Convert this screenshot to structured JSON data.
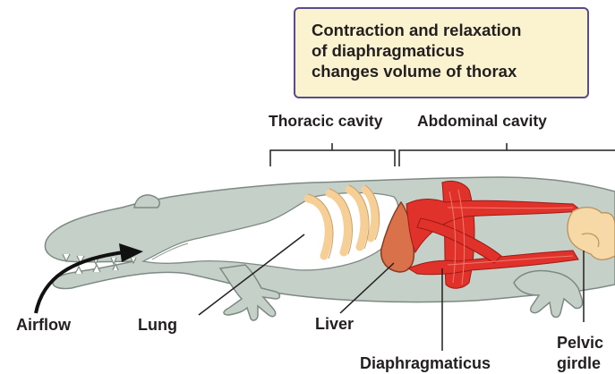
{
  "callout": {
    "lines": [
      "Contraction and relaxation",
      "of diaphragmaticus",
      "changes volume of thorax"
    ]
  },
  "regions": {
    "thoracic": "Thoracic cavity",
    "abdominal": "Abdominal cavity"
  },
  "labels": {
    "airflow": "Airflow",
    "lung": "Lung",
    "liver": "Liver",
    "diaphragmaticus": "Diaphragmaticus",
    "pelvic_line1": "Pelvic",
    "pelvic_line2": "girdle"
  },
  "colors": {
    "body": "#c5d0c9",
    "body_outline": "#7d8a83",
    "lung": "#ffffff",
    "ribs": "#f6cf97",
    "liver": "#d9714b",
    "muscle": "#e0322a",
    "callout_fill": "#fbf3cf",
    "callout_border": "#5a4b8a"
  }
}
